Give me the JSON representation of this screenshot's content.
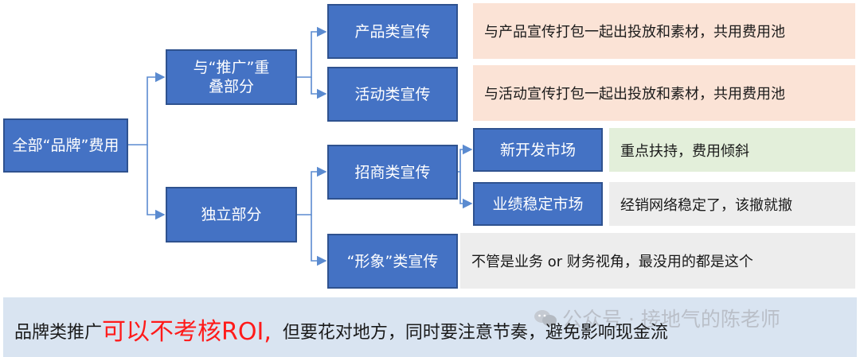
{
  "nodes": {
    "root": "全部“品牌”费用",
    "overlap": "与“推广”重叠部分",
    "independent": "独立部分",
    "product": "产品类宣传",
    "activity": "活动类宣传",
    "investment": "招商类宣传",
    "image": "“形象”类宣传",
    "new_market": "新开发市场",
    "stable_market": "业绩稳定市场"
  },
  "notes": {
    "product": "与产品宣传打包一起出投放和素材，共用费用池",
    "activity": "与活动宣传打包一起出投放和素材，共用费用池",
    "new_market": "重点扶持，费用倾斜",
    "stable_market": "经销网络稳定了，该撤就撤",
    "image": "不管是业务 or 财务视角，最没用的都是这个"
  },
  "bottom": {
    "before": "品牌类推广",
    "highlight": "可以不考核ROI,",
    "after": "  但要花对地方，同时要注意节奏，避免影响现金流"
  },
  "watermark": "公众号 · 接地气的陈老师",
  "colors": {
    "node_fill": "#4472c4",
    "node_border": "#2f528f",
    "connector": "#5b8bd0",
    "note_orange": "#fbe3d6",
    "note_green": "#e3efda",
    "note_gray": "#ededed",
    "bottom_bar": "#d9e4f1",
    "highlight": "#ff1a1a"
  }
}
